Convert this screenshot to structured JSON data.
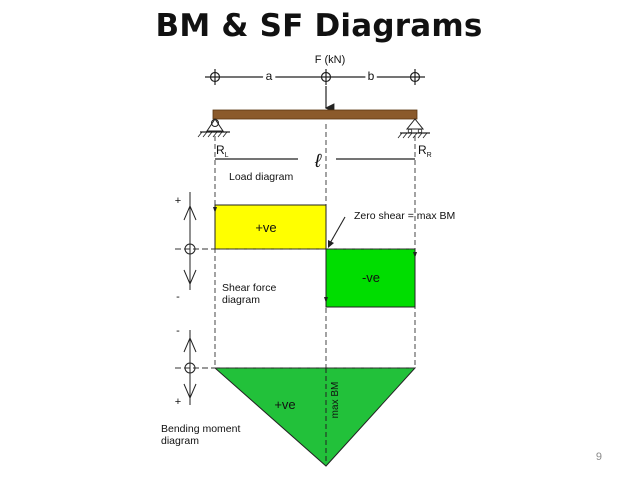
{
  "slide": {
    "title": "BM & SF Diagrams",
    "page_number": "9"
  },
  "load_diagram": {
    "force_label": "F (kN)",
    "dim_a": "a",
    "dim_b": "b",
    "span": "ℓ",
    "reaction_left": "R",
    "reaction_left_sub": "L",
    "reaction_right": "R",
    "reaction_right_sub": "R",
    "caption": "Load diagram"
  },
  "shear_force_diagram": {
    "positive_label": "+ve",
    "negative_label": "-ve",
    "annotation": "Zero shear = max BM",
    "caption_line1": "Shear force",
    "caption_line2": "diagram",
    "sign_top": "+",
    "sign_bottom": "-"
  },
  "bending_moment_diagram": {
    "positive_label": "+ve",
    "max_label": "max BM",
    "caption_line1": "Bending moment",
    "caption_line2": "diagram",
    "sign_top": "-",
    "sign_bottom": "+"
  },
  "colors": {
    "beam": "#8b5a2b",
    "positive_shear": "#ffff00",
    "negative_shear": "#00dd00",
    "bending_moment": "#22c13a"
  }
}
